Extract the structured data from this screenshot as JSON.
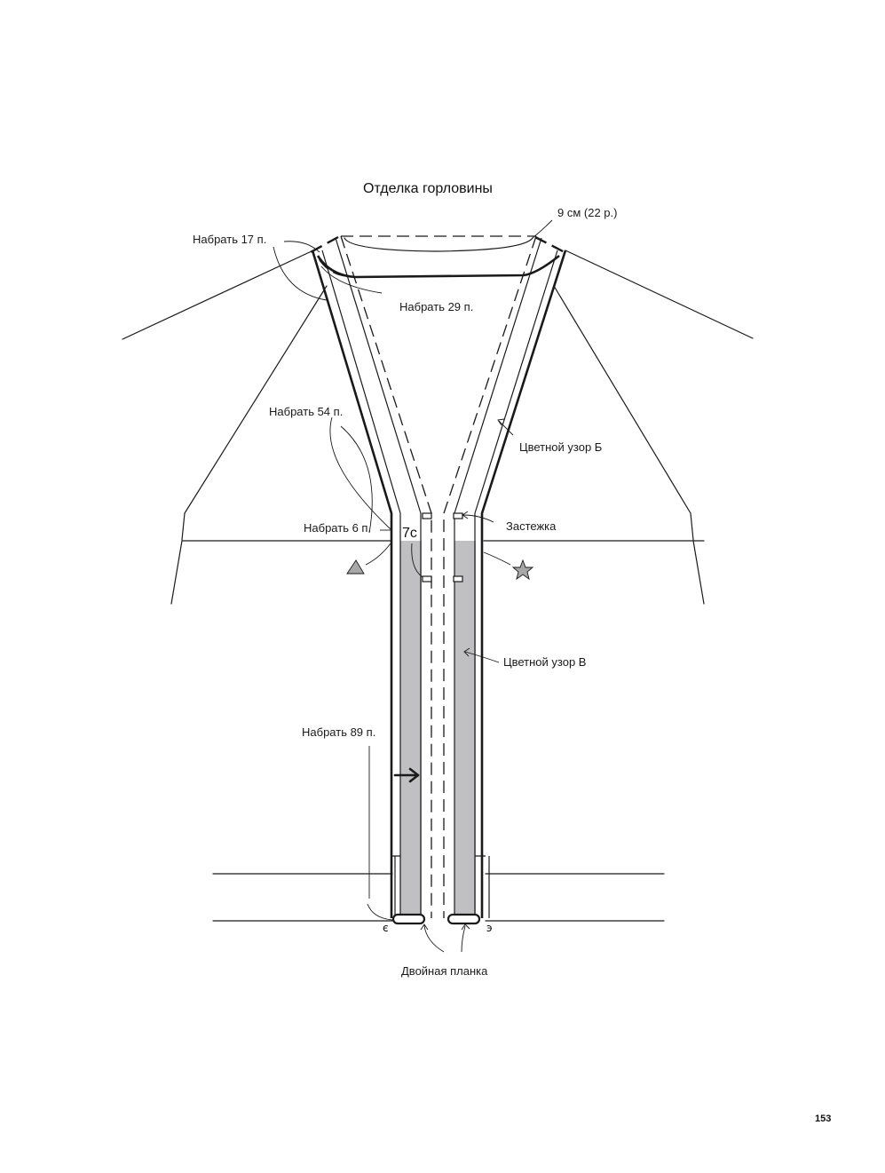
{
  "title": "Отделка горловины",
  "labels": {
    "pick_17": "Набрать 17 п.",
    "width_9cm": "9 см (22 р.)",
    "pick_29": "Набрать 29 п.",
    "pick_54": "Набрать 54 п.",
    "pattern_b": "Цветной узор Б",
    "pick_6": "Набрать 6 п.",
    "clasp": "Застежка",
    "pattern_v": "Цветной узор В",
    "pick_89": "Набрать 89 п.",
    "double_band": "Двойная планка",
    "marker_7c": "7c",
    "end_left": "є",
    "end_right": "э"
  },
  "colors": {
    "line": "#1a1a1a",
    "fill_band": "#c0c0c2",
    "marker_fill": "#a8a8a8"
  },
  "page_number": "153"
}
